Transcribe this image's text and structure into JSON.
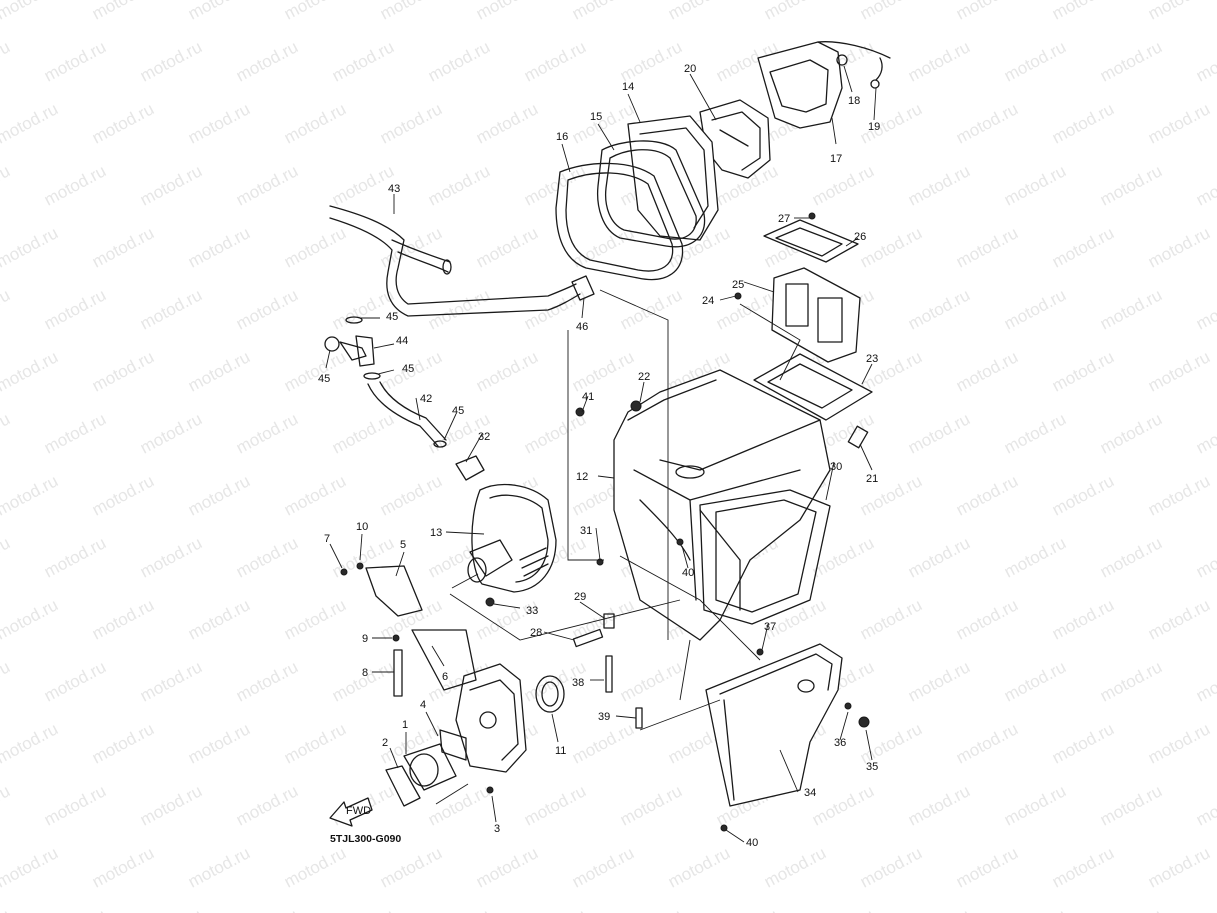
{
  "watermark": "motod.ru",
  "diagram_code": "5TJL300-G090",
  "fwd_label": "FWD",
  "callouts": [
    "1",
    "2",
    "3",
    "4",
    "5",
    "6",
    "7",
    "8",
    "9",
    "10",
    "11",
    "12",
    "13",
    "14",
    "15",
    "16",
    "17",
    "18",
    "19",
    "20",
    "21",
    "22",
    "23",
    "24",
    "25",
    "26",
    "27",
    "28",
    "29",
    "30",
    "31",
    "32",
    "33",
    "34",
    "35",
    "36",
    "37",
    "38",
    "39",
    "40",
    "40",
    "41",
    "42",
    "43",
    "44",
    "45",
    "45",
    "45",
    "45",
    "46"
  ]
}
